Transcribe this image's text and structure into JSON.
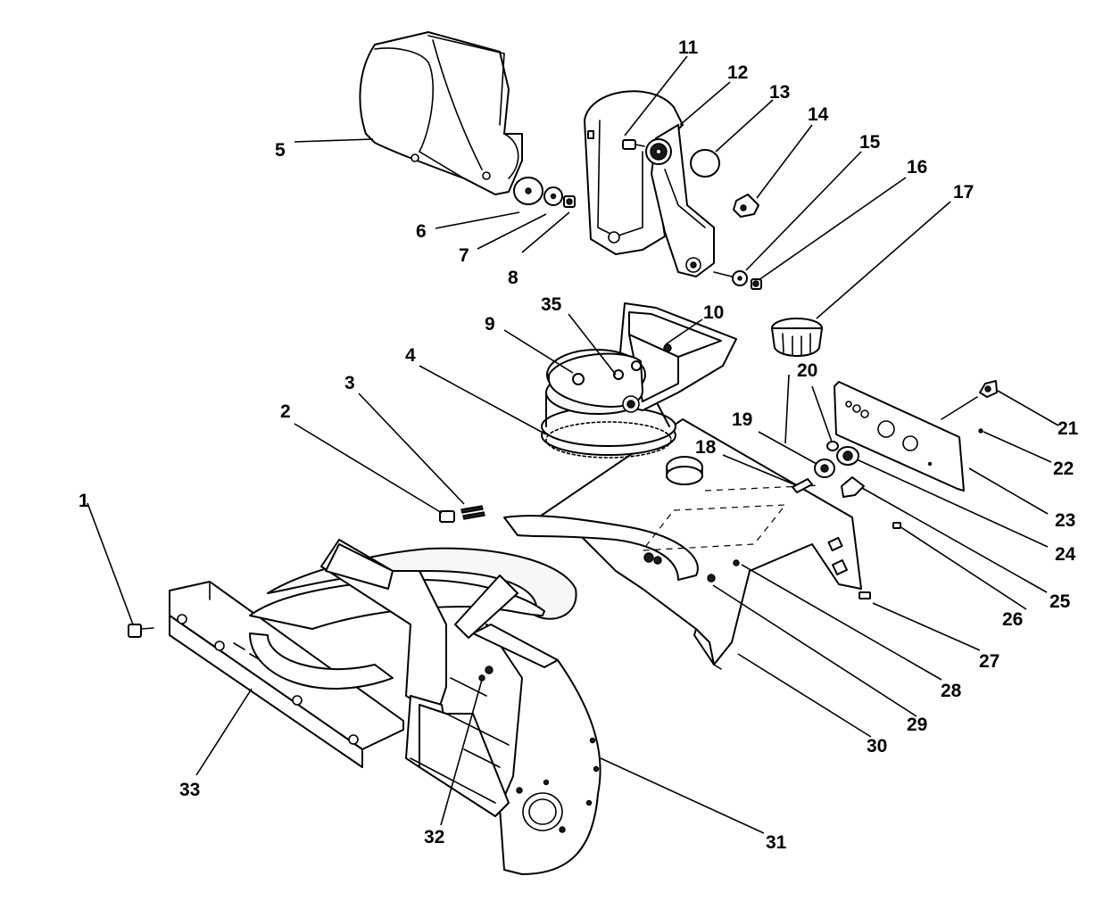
{
  "callouts": [
    {
      "label": "1"
    },
    {
      "label": "2"
    },
    {
      "label": "3"
    },
    {
      "label": "4"
    },
    {
      "label": "5"
    },
    {
      "label": "6"
    },
    {
      "label": "7"
    },
    {
      "label": "8"
    },
    {
      "label": "9"
    },
    {
      "label": "10"
    },
    {
      "label": "11"
    },
    {
      "label": "12"
    },
    {
      "label": "13"
    },
    {
      "label": "14"
    },
    {
      "label": "15"
    },
    {
      "label": "16"
    },
    {
      "label": "17"
    },
    {
      "label": "18"
    },
    {
      "label": "19"
    },
    {
      "label": "20"
    },
    {
      "label": "21"
    },
    {
      "label": "22"
    },
    {
      "label": "23"
    },
    {
      "label": "24"
    },
    {
      "label": "25"
    },
    {
      "label": "26"
    },
    {
      "label": "27"
    },
    {
      "label": "28"
    },
    {
      "label": "29"
    },
    {
      "label": "30"
    },
    {
      "label": "31"
    },
    {
      "label": "32"
    },
    {
      "label": "33"
    },
    {
      "label": "35"
    }
  ]
}
